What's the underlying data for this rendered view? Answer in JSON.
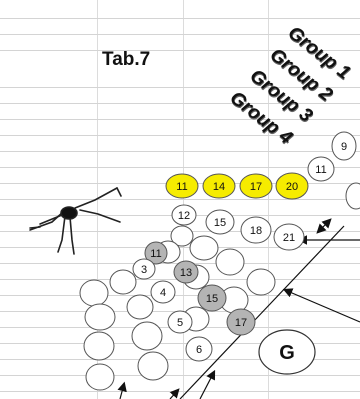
{
  "page": {
    "title": "Tab.7"
  },
  "groups": [
    {
      "label": "Group 1"
    },
    {
      "label": "Group 2"
    },
    {
      "label": "Group 3"
    },
    {
      "label": "Group 4"
    }
  ],
  "seats": {
    "highlight_color": "#f6ec00",
    "neutral_color": "#ffffff",
    "grey_color": "#b4b4b4",
    "yellow_row": [
      "11",
      "14",
      "17",
      "20"
    ],
    "right_column": [
      "9",
      "11"
    ],
    "white_row": [
      "12",
      "15",
      "18",
      "21"
    ],
    "grey_seats": [
      "11",
      "13",
      "15",
      "17"
    ],
    "white_numbered": [
      "3",
      "4",
      "5",
      "6"
    ]
  },
  "marker": {
    "label": "G"
  },
  "icons": [
    "gymnast-figure-icon",
    "double-arrow-icon",
    "arrow-icon"
  ]
}
